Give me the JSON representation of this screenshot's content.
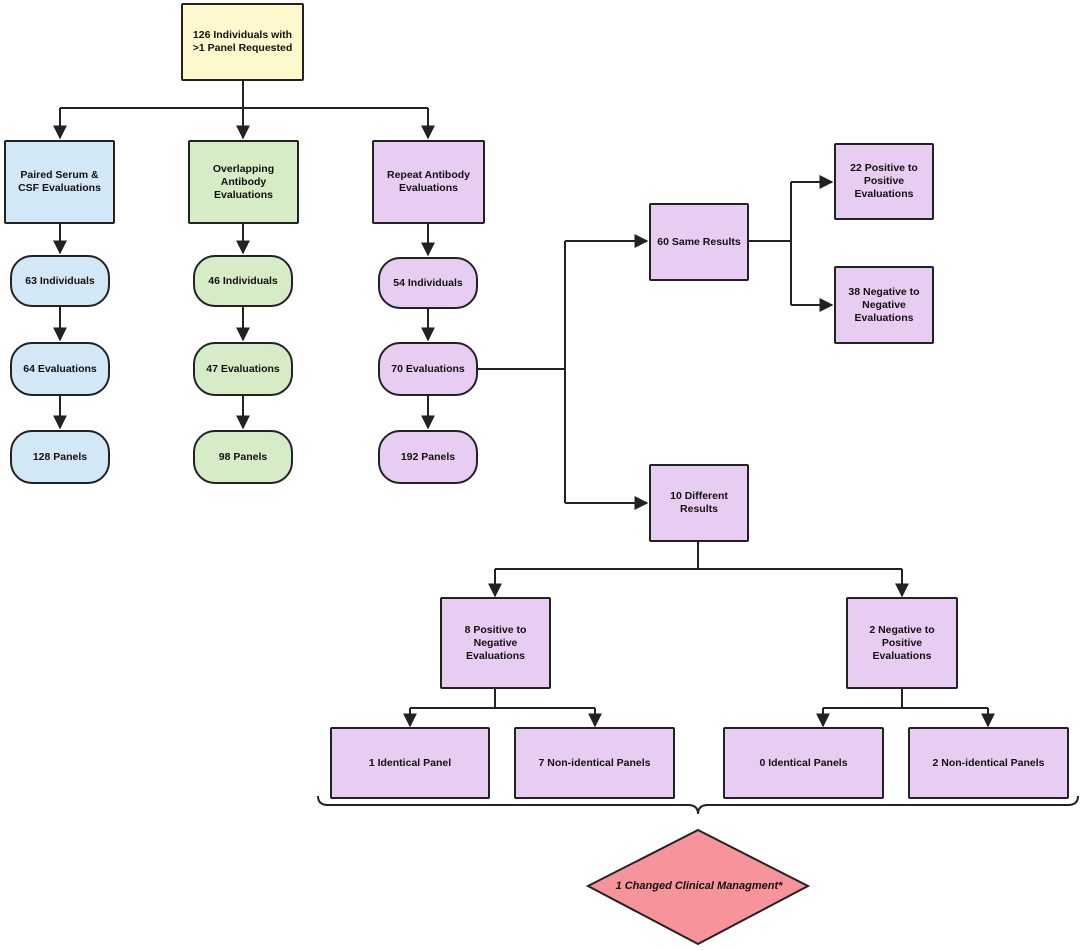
{
  "nodes": {
    "root": "126 Individuals with >1 Panel Requested",
    "paired": "Paired Serum & CSF Evaluations",
    "overlap": "Overlapping Antibody Evaluations",
    "repeat": "Repeat Antibody Evaluations",
    "paired_individuals": "63 Individuals",
    "paired_evaluations": "64 Evaluations",
    "paired_panels": "128 Panels",
    "overlap_individuals": "46 Individuals",
    "overlap_evaluations": "47 Evaluations",
    "overlap_panels": "98 Panels",
    "repeat_individuals": "54 Individuals",
    "repeat_evaluations": "70 Evaluations",
    "repeat_panels": "192 Panels",
    "same_results": "60 Same Results",
    "pos_to_pos": "22 Positive to Positive Evaluations",
    "neg_to_neg": "38 Negative to Negative Evaluations",
    "different_results": "10 Different Results",
    "pos_to_neg": "8 Positive to Negative Evaluations",
    "neg_to_pos": "2 Negative to Positive Evaluations",
    "identical_1": "1 Identical Panel",
    "nonidentical_7": "7 Non-identical Panels",
    "identical_0": "0 Identical Panels",
    "nonidentical_2": "2 Non-identical Panels",
    "changed_management": "1 Changed Clinical Managment*"
  },
  "colors": {
    "root": "#fdf9cc",
    "paired": "#d3e8f6",
    "overlap": "#d6ecc6",
    "repeat": "#e8cdf2",
    "outcome": "#f7949b"
  }
}
